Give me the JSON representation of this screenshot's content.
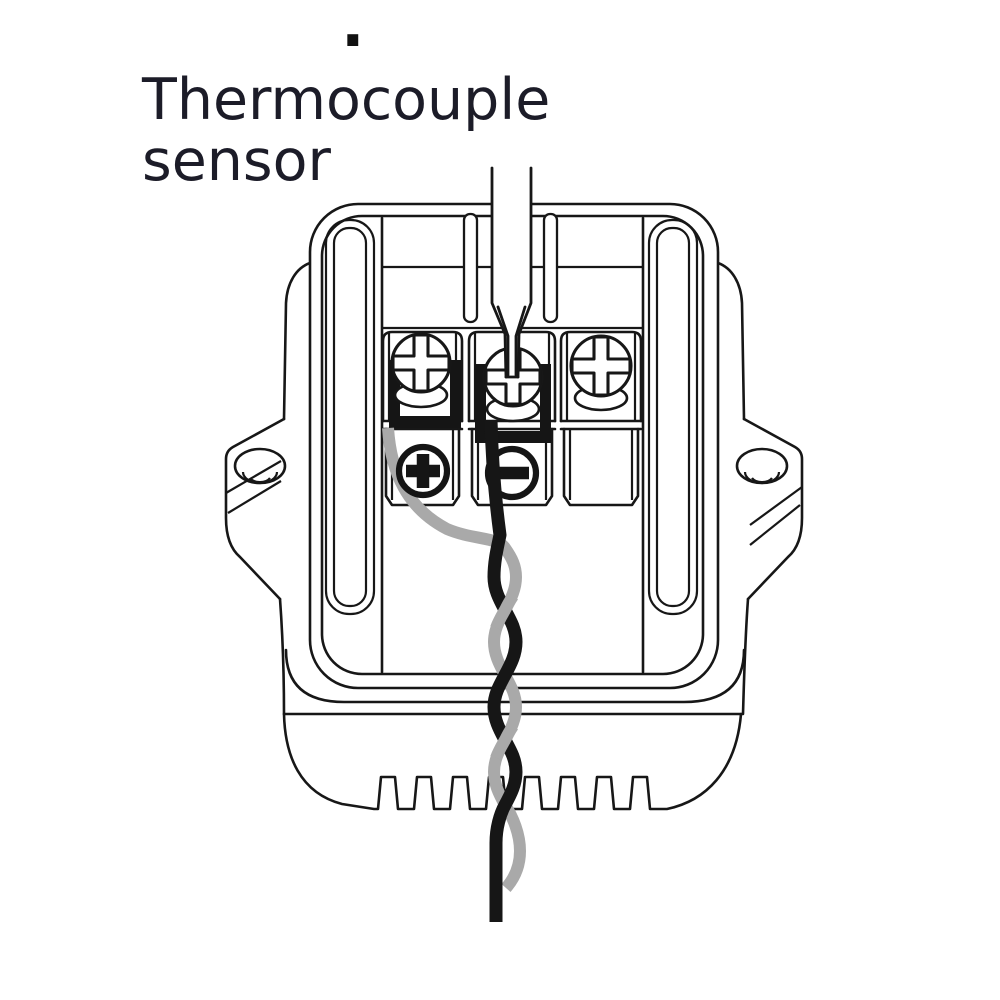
{
  "label": {
    "line1": "Thermocouple",
    "line2": "sensor"
  },
  "stray_mark": ".",
  "terminal_block": {
    "screw_count": 3,
    "positive_symbol": "+",
    "negative_symbol": "−",
    "bold_clamped_terminals": [
      "left",
      "middle"
    ],
    "tool": "flat-blade screwdriver in middle terminal screw"
  },
  "wires": {
    "gray_lead_color": "#a9a9a9",
    "black_lead_color": "#161616",
    "arrangement": "twisted pair exiting bottom of housing"
  },
  "colors": {
    "line": "#171717",
    "background": "#ffffff",
    "text": "#1c1c28"
  }
}
